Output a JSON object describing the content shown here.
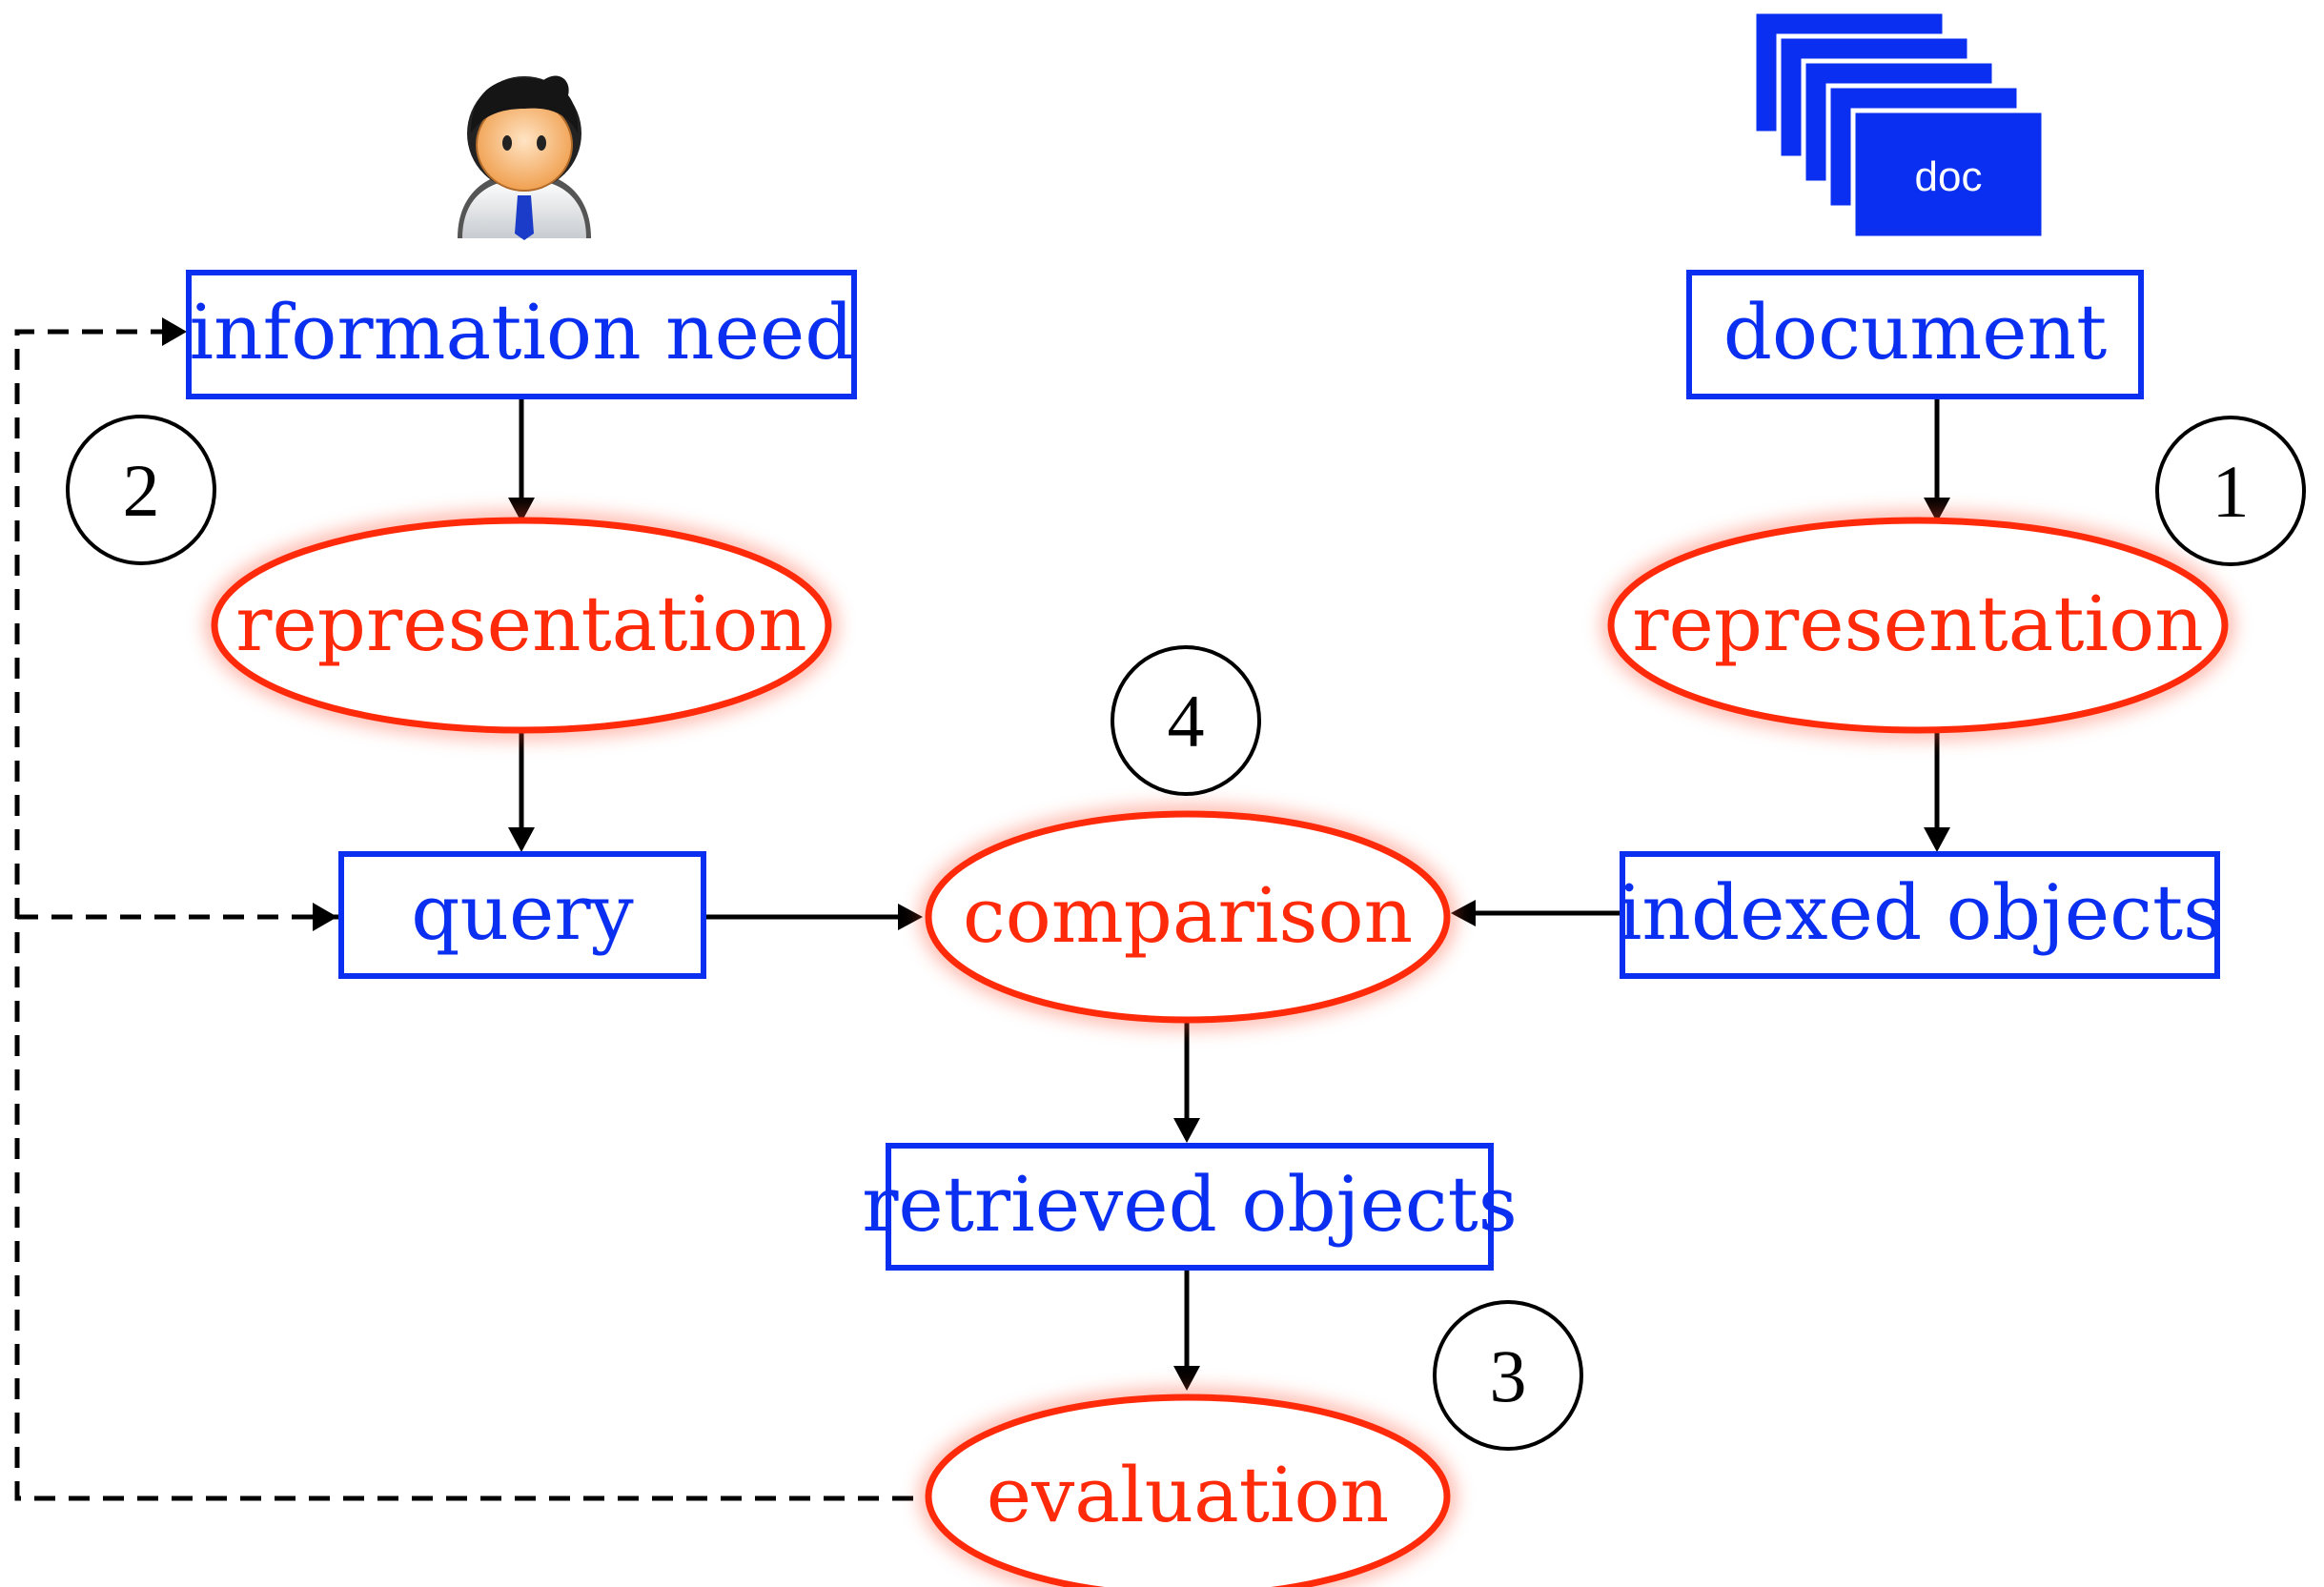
{
  "colors": {
    "box": "#0a2ff0",
    "ellipse": "#ff3010",
    "arrow": "#000000",
    "doc_fill": "#0a2ff0"
  },
  "icons": {
    "user": "user-icon",
    "docs": "document-stack-icon"
  },
  "doc_icon_label": "doc",
  "boxes": {
    "information_need": "information need",
    "document": "document",
    "query": "query",
    "indexed_objects": "indexed objects",
    "retrieved_objects": "retrieved objects"
  },
  "ellipses": {
    "representation_left": "representation",
    "representation_right": "representation",
    "comparison": "comparison",
    "evaluation": "evaluation"
  },
  "numbers": {
    "n1": "1",
    "n2": "2",
    "n3": "3",
    "n4": "4"
  }
}
